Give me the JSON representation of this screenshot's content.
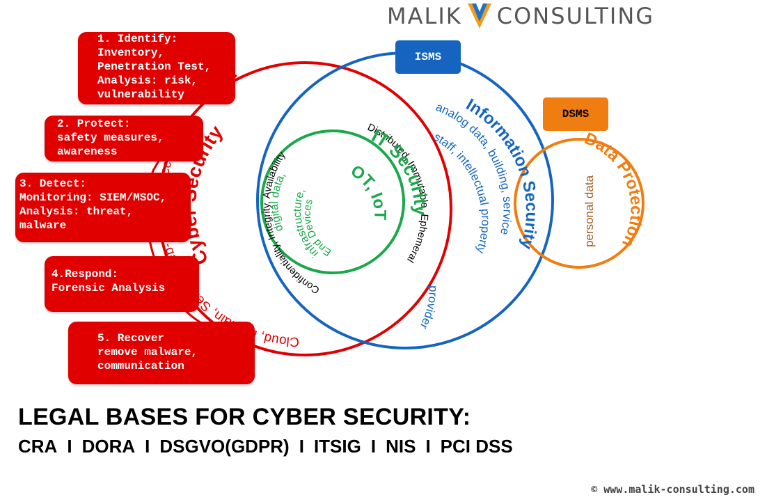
{
  "brand": {
    "left": "MALIK",
    "right": "CONSULTING",
    "logo_icon": "v-chevron-logo"
  },
  "colors": {
    "red": "#e00000",
    "blue": "#1565c0",
    "green": "#1aa84a",
    "orange": "#f07d10",
    "black": "#000000"
  },
  "steps": [
    {
      "title": "1. Identify:",
      "detail": "Inventory,\nPenetration Test,\nAnalysis: risk,\nvulnerability"
    },
    {
      "title": "2. Protect:",
      "detail": "safety measures,\nawareness"
    },
    {
      "title": "3. Detect:",
      "detail": "Monitoring: SIEM/MSOC,\nAnalysis: threat,\nmalware"
    },
    {
      "title": "4.Respond:",
      "detail": "Forensic Analysis"
    },
    {
      "title": "5. Recover",
      "detail": "remove malware,\ncommunication"
    }
  ],
  "tags": {
    "isms": "ISMS",
    "dsms": "DSMS"
  },
  "circles": {
    "cyber": {
      "title": "Cyber Security",
      "scope": "Cloud, Domain, Server, Web-App, user accounts"
    },
    "it": {
      "principles": "Confidentiality, Integrity, Availability",
      "properties": "Distributed, Immutable, Ephemeral",
      "title_1": "IT Security",
      "title_2": "OT, IoT",
      "line_1": "digital data,",
      "line_2": "infrastructure,",
      "line_3": "End Devices"
    },
    "infosec": {
      "title": "Information Security",
      "line_1": "analog data, building, service",
      "line_2": "staff, intellectual property",
      "line_3": "providers"
    },
    "dataprotection": {
      "title": "Data Protection",
      "detail": "personal data"
    }
  },
  "legal": {
    "title": "LEGAL BASES FOR CYBER SECURITY:",
    "items": [
      "CRA",
      "DORA",
      "DSGVO(GDPR)",
      "ITSIG",
      "NIS",
      "PCI DSS"
    ]
  },
  "footer": "© www.malik-consulting.com"
}
